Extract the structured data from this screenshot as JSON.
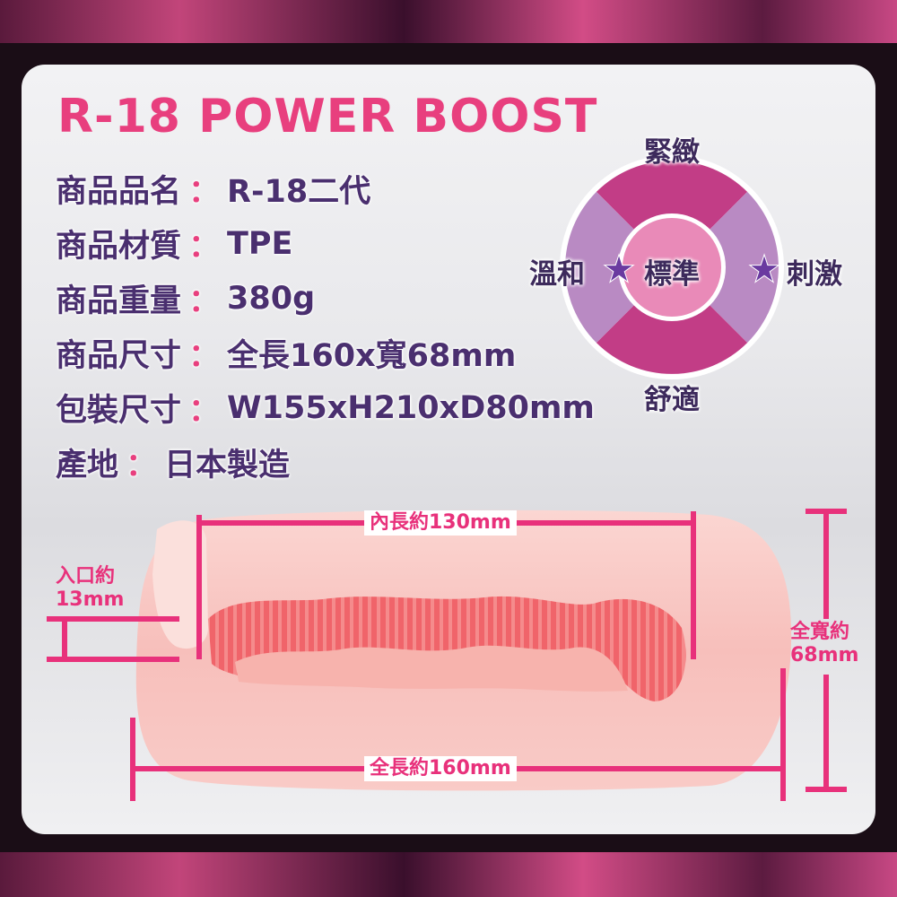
{
  "title": "R-18 POWER BOOST",
  "specs": [
    {
      "label": "商品品名",
      "sep": "：",
      "value": "R-18二代"
    },
    {
      "label": "商品材質",
      "sep": "：",
      "value": "TPE"
    },
    {
      "label": "商品重量",
      "sep": "：",
      "value": "380g"
    },
    {
      "label": "商品尺寸",
      "sep": "：",
      "value": "全長160x寬68mm"
    },
    {
      "label": "包裝尺寸",
      "sep": "：",
      "value": "W155xH210xD80mm"
    },
    {
      "label": "產地",
      "sep": "：",
      "value": "日本製造"
    }
  ],
  "wheel": {
    "top": "緊緻",
    "bottom": "舒適",
    "left": "溫和",
    "right": "刺激",
    "center": "標準",
    "star_glyph": "★"
  },
  "dimensions": {
    "inner_length": "內長約130mm",
    "total_length": "全長約160mm",
    "entrance_line1": "入口約",
    "entrance_line2": "13mm",
    "width_line1": "全寬約",
    "width_line2": "68mm"
  },
  "colors": {
    "accent": "#e83f7e",
    "text": "#4a2f6f",
    "wheel_dark": "#c23d86",
    "wheel_light": "#b98ac3",
    "wheel_center": "#e98ab8",
    "star": "#6a3aa0"
  }
}
